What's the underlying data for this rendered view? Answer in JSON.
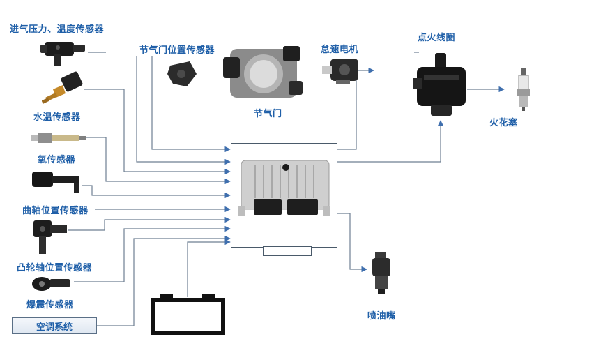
{
  "labels": {
    "intake_sensor": "进气压力、温度传感器",
    "water_temp_sensor": "水温传感器",
    "oxygen_sensor": "氧传感器",
    "crank_sensor": "曲轴位置传感器",
    "cam_sensor": "凸轮轴位置传感器",
    "knock_sensor": "爆震传感器",
    "ac_system": "空调系统",
    "throttle_position_sensor": "节气门位置传感器",
    "throttle": "节气门",
    "idle_motor": "怠速电机",
    "ignition_coil": "点火线圈",
    "spark_plug": "火花塞",
    "injector": "喷油嘴"
  },
  "colors": {
    "label_text": "#1f5fa8",
    "wire": "#6e7f92",
    "arrow": "#3f6fae"
  },
  "icons": [
    "intake-sensor-icon",
    "water-temp-sensor-icon",
    "oxygen-sensor-icon",
    "crank-sensor-icon",
    "cam-sensor-icon",
    "knock-sensor-icon",
    "throttle-position-sensor-icon",
    "throttle-body-icon",
    "idle-motor-icon",
    "ignition-coil-icon",
    "spark-plug-icon",
    "ecu-icon",
    "injector-icon",
    "battery-icon"
  ]
}
